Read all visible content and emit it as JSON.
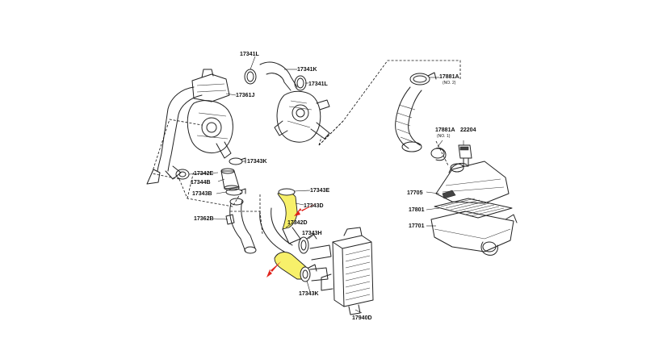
{
  "diagram": {
    "labels": {
      "p17341L_top": "17341L",
      "p17341K": "17341K",
      "p17341L_right": "17341L",
      "p17361J": "17361J",
      "p17343K_mid": "17343K",
      "p17342E": "17342E",
      "p17344B": "17344B",
      "p17343B": "17343B",
      "p17362B": "17362B",
      "p17343E": "17343E",
      "p17343D": "17343D",
      "p17342D": "17342D",
      "p17343H": "17343H",
      "p17343K_bottom": "17343K",
      "p17940D": "17940D",
      "p17881A_top": "17881A",
      "p17881A_top_note": "(NO. 2)",
      "p17881A_mid": "17881A",
      "p17881A_mid_note": "(NO. 1)",
      "p22204": "22204",
      "p17705": "17705",
      "p17801": "17801",
      "p17701": "17701"
    },
    "colors": {
      "highlight": "#f7f06a",
      "arrow": "#e0231c",
      "line": "#222222"
    }
  }
}
